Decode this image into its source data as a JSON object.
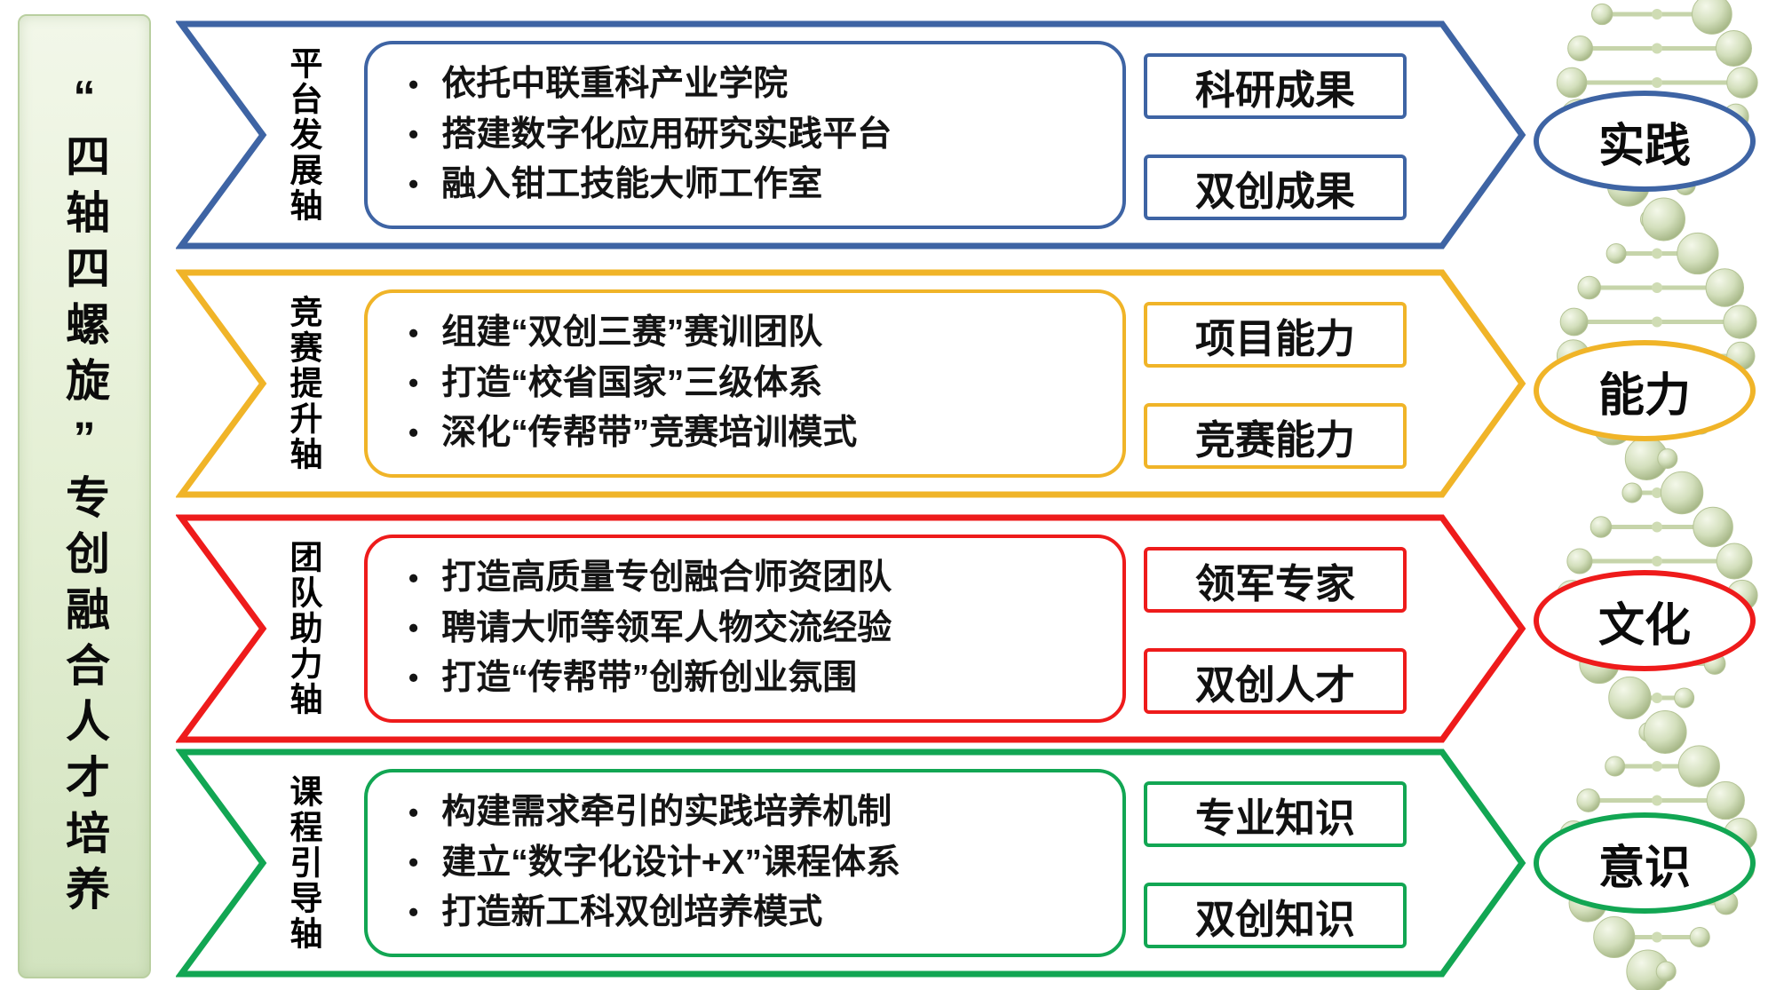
{
  "title": {
    "vertical_text": "“四轴四螺旋”专创融合人才培养"
  },
  "bullet_glyph": "•",
  "colors": {
    "band_platform": "#3e64a4",
    "band_competition": "#f0b428",
    "band_team": "#ee1b1b",
    "band_course": "#12a653",
    "helix_green": "#d3dfbc"
  },
  "bands": [
    {
      "axis_label": "平台发展轴",
      "bullets": [
        "依托中联重科产业学院",
        "搭建数字化应用研究实践平台",
        "融入钳工技能大师工作室"
      ],
      "outcome_top": "科研成果",
      "outcome_bottom": "双创成果",
      "helix_label": "实践"
    },
    {
      "axis_label": "竞赛提升轴",
      "bullets": [
        "组建“双创三赛”赛训团队",
        "打造“校省国家”三级体系",
        "深化“传帮带”竞赛培训模式"
      ],
      "outcome_top": "项目能力",
      "outcome_bottom": "竞赛能力",
      "helix_label": "能力"
    },
    {
      "axis_label": "团队助力轴",
      "bullets": [
        "打造高质量专创融合师资团队",
        "聘请大师等领军人物交流经验",
        "打造“传帮带”创新创业氛围"
      ],
      "outcome_top": "领军专家",
      "outcome_bottom": "双创人才",
      "helix_label": "文化"
    },
    {
      "axis_label": "课程引导轴",
      "bullets": [
        "构建需求牵引的实践培养机制",
        "建立“数字化设计+X”课程体系",
        "打造新工科双创培养模式"
      ],
      "outcome_top": "专业知识",
      "outcome_bottom": "双创知识",
      "helix_label": "意识"
    }
  ]
}
